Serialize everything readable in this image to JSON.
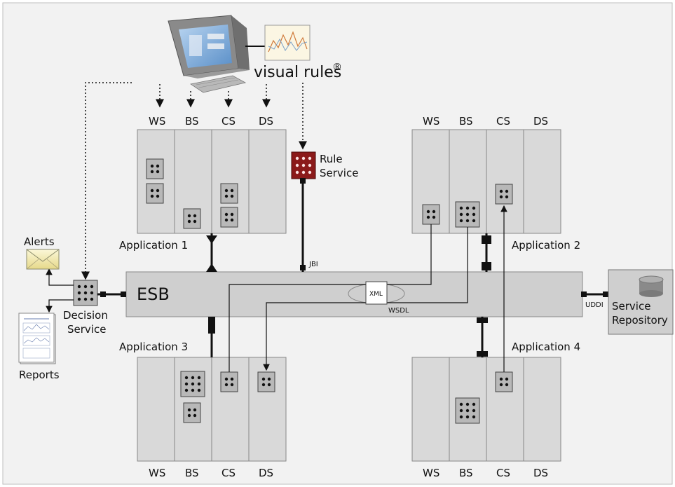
{
  "brand": {
    "name": "visual rules",
    "mark": "®"
  },
  "esb": {
    "label": "ESB"
  },
  "columns": [
    "WS",
    "BS",
    "CS",
    "DS"
  ],
  "applications": [
    {
      "label": "Application 1"
    },
    {
      "label": "Application 2"
    },
    {
      "label": "Application 3"
    },
    {
      "label": "Application 4"
    }
  ],
  "rule_service": {
    "line1": "Rule",
    "line2": "Service"
  },
  "decision_service": {
    "line1": "Decision",
    "line2": "Service"
  },
  "outputs": {
    "alerts": "Alerts",
    "reports": "Reports"
  },
  "repository": {
    "line1": "Service",
    "line2": "Repository"
  },
  "protocols": {
    "jbi": "JBI",
    "uddi": "UDDI",
    "xml": "XML",
    "wsdl": "WSDL"
  },
  "colors": {
    "background": "#f2f2f2",
    "panel": "#d9d9d9",
    "esb": "#cfcfcf",
    "rule": "#8b1a1a",
    "line": "#111111"
  }
}
